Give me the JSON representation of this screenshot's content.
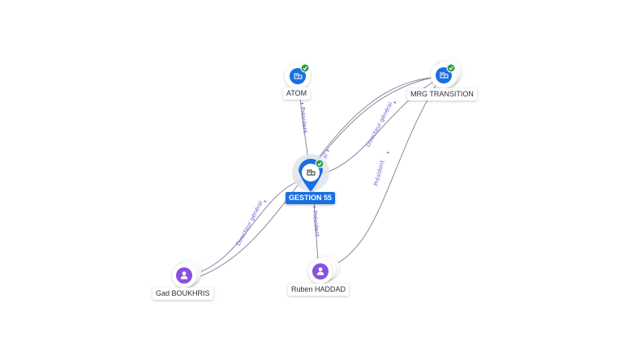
{
  "graph": {
    "nodes": [
      {
        "id": "atom",
        "label": "ATOM",
        "kind": "company",
        "verified": true,
        "icon": "building-icon"
      },
      {
        "id": "mrg",
        "label": "MRG TRANSITION",
        "kind": "company",
        "verified": true,
        "icon": "building-icon"
      },
      {
        "id": "gestion55",
        "label": "GESTION 55",
        "kind": "company",
        "verified": true,
        "focus": true,
        "icon": "building-icon"
      },
      {
        "id": "gad",
        "label": "Gad BOUKHRIS",
        "kind": "person",
        "icon": "person-icon"
      },
      {
        "id": "ruben",
        "label": "Ruben HADDAD",
        "kind": "person",
        "icon": "person-icon"
      }
    ],
    "edges": [
      {
        "from": "atom",
        "to": "gestion55",
        "label": "Président"
      },
      {
        "from": "mrg",
        "to": "gestion55",
        "label": "Directeur général"
      },
      {
        "from": "gestion55",
        "to": "mrg",
        "label": "al"
      },
      {
        "from": "gad",
        "to": "gestion55",
        "label": "Directeur général"
      },
      {
        "from": "gad",
        "to": "mrg",
        "label": ""
      },
      {
        "from": "ruben",
        "to": "gestion55",
        "label": "Président"
      },
      {
        "from": "ruben",
        "to": "mrg",
        "label": "Président"
      }
    ]
  },
  "colors": {
    "company_icon": "#1a6fe0",
    "person_icon": "#8a4fe0",
    "verified_badge": "#2e9e4f",
    "edge": "#7a7f93",
    "edge_label": "#6b5fd9",
    "focus_label_bg": "#1a6fe0"
  }
}
